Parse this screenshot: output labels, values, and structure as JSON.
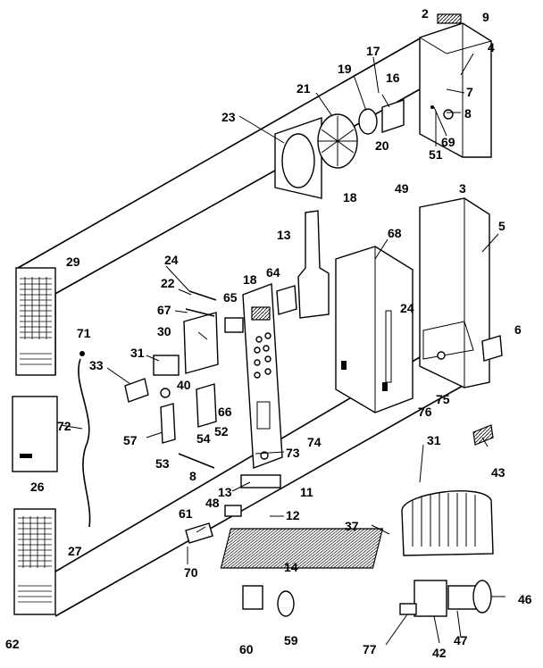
{
  "labels": {
    "l2": "2",
    "l9": "9",
    "l4": "4",
    "l17": "17",
    "l16": "16",
    "l19": "19",
    "l21": "21",
    "l7": "7",
    "l8a": "8",
    "l23": "23",
    "l69": "69",
    "l20": "20",
    "l51": "51",
    "l3": "3",
    "l18a": "18",
    "l49": "49",
    "l5": "5",
    "l13a": "13",
    "l68": "68",
    "l29": "29",
    "l24a": "24",
    "l64": "64",
    "l18b": "18",
    "l22": "22",
    "l65": "65",
    "l24b": "24",
    "l6": "6",
    "l67": "67",
    "l71": "71",
    "l30": "30",
    "l31a": "31",
    "l33": "33",
    "l40": "40",
    "l75": "75",
    "l76": "76",
    "l72": "72",
    "l66": "66",
    "l52": "52",
    "l57": "57",
    "l54": "54",
    "l74": "74",
    "l31b": "31",
    "l73": "73",
    "l43": "43",
    "l53": "53",
    "l8b": "8",
    "l26": "26",
    "l13b": "13",
    "l11": "11",
    "l48": "48",
    "l61": "61",
    "l12": "12",
    "l37": "37",
    "l27": "27",
    "l70": "70",
    "l14": "14",
    "l46": "46",
    "l62": "62",
    "l60": "60",
    "l59": "59",
    "l47": "47",
    "l77": "77",
    "l42": "42"
  }
}
